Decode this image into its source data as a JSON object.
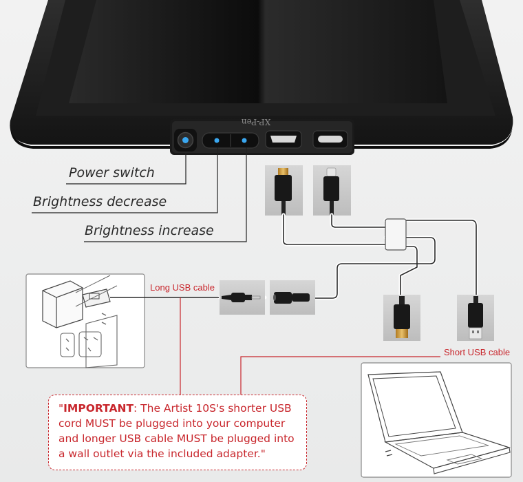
{
  "device": {
    "brand_label": "XP-Pen"
  },
  "labels": {
    "power_switch": "Power switch",
    "brightness_decrease": "Brightness decrease",
    "brightness_increase": "Brightness increase",
    "long_usb_cable": "Long USB cable",
    "short_usb_cable": "Short USB cable"
  },
  "note": {
    "open_quote": "\"",
    "important": "IMPORTANT",
    "body": ": The Artist 10S's shorter USB cord MUST be plugged into your computer and longer USB cable MUST be plugged into a wall outlet via the included adapter.\""
  },
  "colors": {
    "accent_red": "#c8262c",
    "tablet_body": "#262626",
    "led_blue": "#2f9fe6"
  }
}
